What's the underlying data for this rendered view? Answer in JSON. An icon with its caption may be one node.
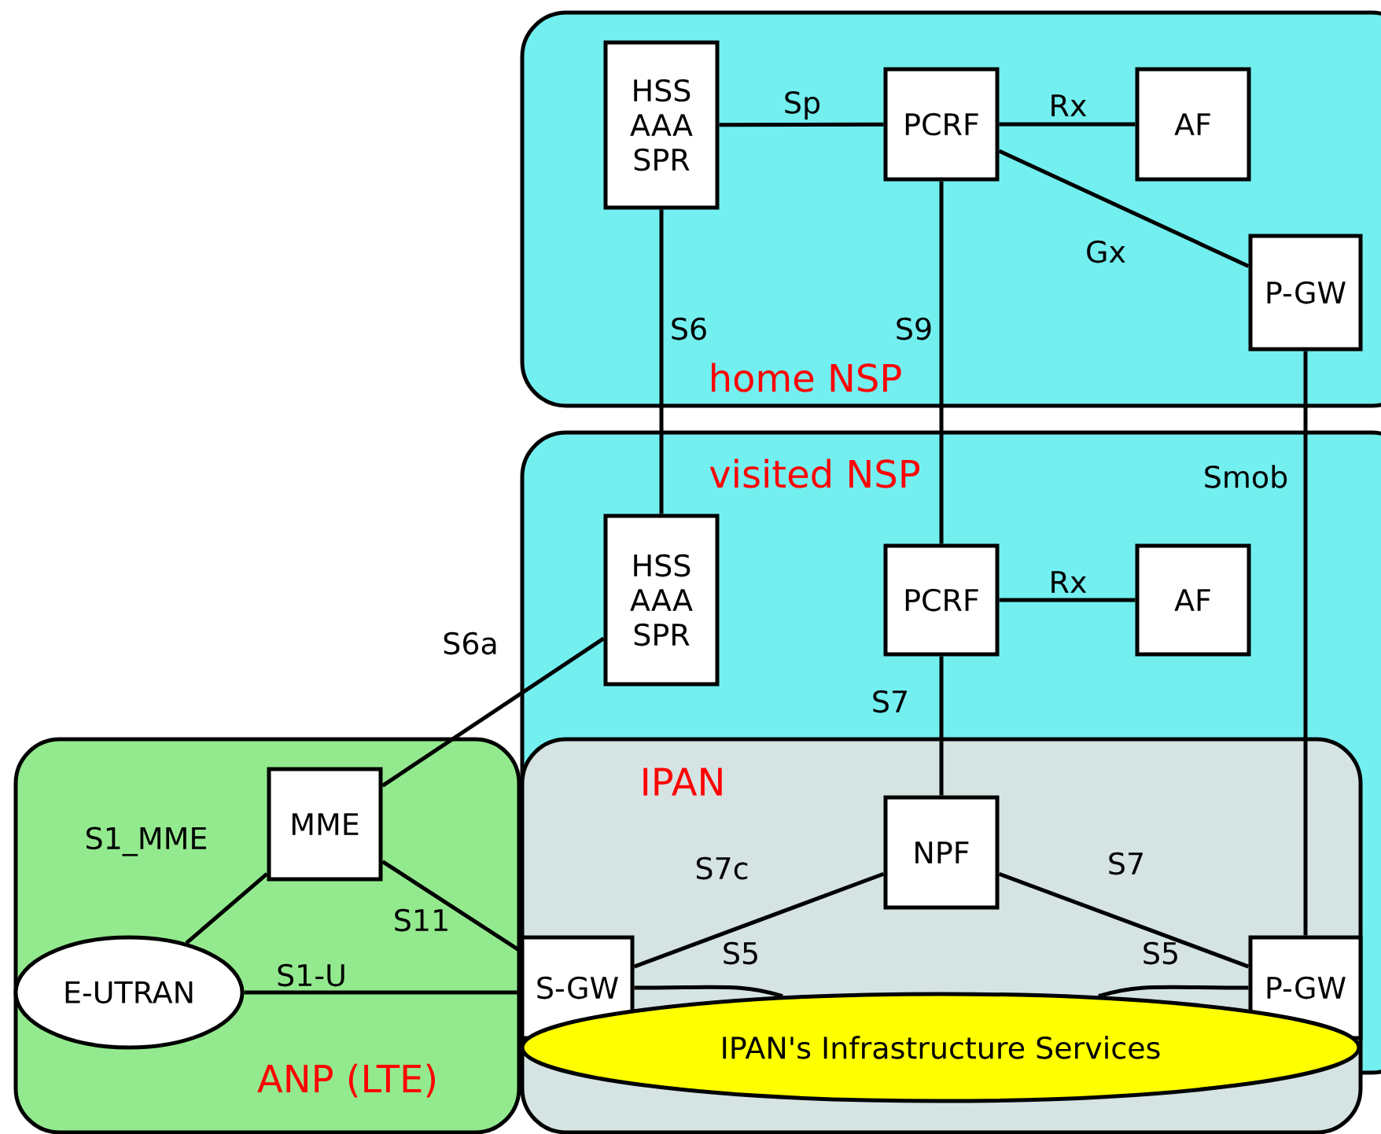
{
  "diagram": {
    "nodes": [
      {
        "text": [
          "home NSP"
        ]
      },
      {
        "text": [
          "HSS AAA SPR"
        ],
        "in": 0
      },
      {
        "text": [
          "PCRF"
        ],
        "in": 0
      },
      {
        "text": [
          "AF"
        ],
        "in": 0
      },
      {
        "text": [
          "P-GW"
        ],
        "in": 0
      },
      {
        "text": [
          "visited NSP"
        ]
      },
      {
        "text": [
          "HSS AAA SPR"
        ],
        "in": 5
      },
      {
        "text": [
          "PCRF"
        ],
        "in": 5
      },
      {
        "text": [
          "AF"
        ],
        "in": 5
      },
      {
        "text": [
          "IPAN"
        ]
      },
      {
        "text": [
          "NPF"
        ],
        "in": 9
      },
      {
        "text": [
          "S-GW"
        ],
        "in": 9
      },
      {
        "text": [
          "P-GW"
        ],
        "in": 9
      },
      {
        "text": [
          "IPAN's Infrastructure Services"
        ],
        "in": 9
      },
      {
        "text": [
          "ANP (LTE)"
        ]
      },
      {
        "text": [
          "MME"
        ],
        "in": 14
      },
      {
        "text": [
          "E-UTRAN"
        ],
        "in": 14
      }
    ],
    "edges": [
      {
        "from": 1,
        "to": 2,
        "arrow": "none",
        "label": "Sp"
      },
      {
        "from": 2,
        "to": 3,
        "arrow": "none",
        "label": "Rx"
      },
      {
        "from": 2,
        "to": 4,
        "arrow": "none",
        "label": "Gx"
      },
      {
        "from": 1,
        "to": 6,
        "arrow": "none",
        "label": "S6"
      },
      {
        "from": 2,
        "to": 7,
        "arrow": "none",
        "label": "S9"
      },
      {
        "from": 4,
        "to": 12,
        "arrow": "none",
        "label": "Smob"
      },
      {
        "from": 7,
        "to": 8,
        "arrow": "none",
        "label": "Rx"
      },
      {
        "from": 7,
        "to": 10,
        "arrow": "none",
        "label": "S7"
      },
      {
        "from": 6,
        "to": 15,
        "arrow": "none",
        "label": "S6a"
      },
      {
        "from": 15,
        "to": 16,
        "arrow": "none",
        "label": "S1_MME"
      },
      {
        "from": 15,
        "to": 11,
        "arrow": "none",
        "label": "S11"
      },
      {
        "from": 16,
        "to": 11,
        "arrow": "none",
        "label": "S1-U"
      },
      {
        "from": 10,
        "to": 11,
        "arrow": "none",
        "label": "S7c"
      },
      {
        "from": 10,
        "to": 12,
        "arrow": "none",
        "label": "S7"
      },
      {
        "from": 11,
        "to": 13,
        "arrow": "none",
        "label": "S5"
      },
      {
        "from": 12,
        "to": 13,
        "arrow": "none",
        "label": "S5"
      }
    ]
  }
}
